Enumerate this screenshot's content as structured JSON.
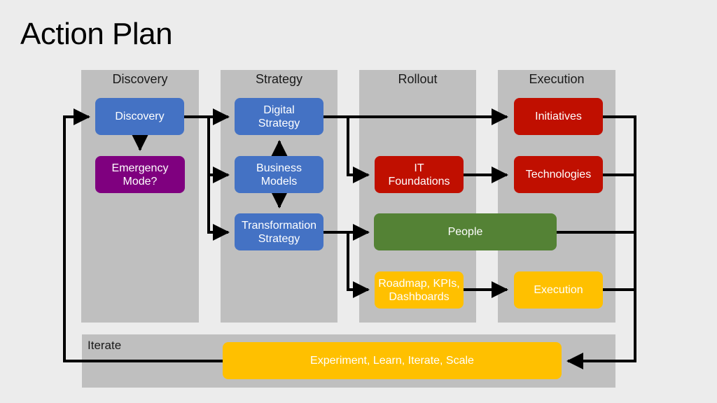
{
  "title": "Action Plan",
  "lanes": {
    "discovery": "Discovery",
    "strategy": "Strategy",
    "rollout": "Rollout",
    "execution": "Execution",
    "iterate": "Iterate"
  },
  "nodes": {
    "discovery": "Discovery",
    "emergency_mode": "Emergency\nMode?",
    "digital_strategy": "Digital\nStrategy",
    "business_models": "Business\nModels",
    "transformation_strategy": "Transformation\nStrategy",
    "it_foundations": "IT\nFoundations",
    "people": "People",
    "roadmap": "Roadmap, KPIs,\nDashboards",
    "initiatives": "Initiatives",
    "technologies": "Technologies",
    "execution": "Execution",
    "experiment": "Experiment, Learn, Iterate, Scale"
  },
  "colors": {
    "discovery_strategy_nodes": "#4472c4",
    "emergency_node": "#7f007f",
    "tech_nodes": "#c00f00",
    "people_node": "#548235",
    "execution_nodes": "#ffc000",
    "lane_background": "#bfbfbf",
    "page_background": "#ececec",
    "connector": "#000000"
  }
}
